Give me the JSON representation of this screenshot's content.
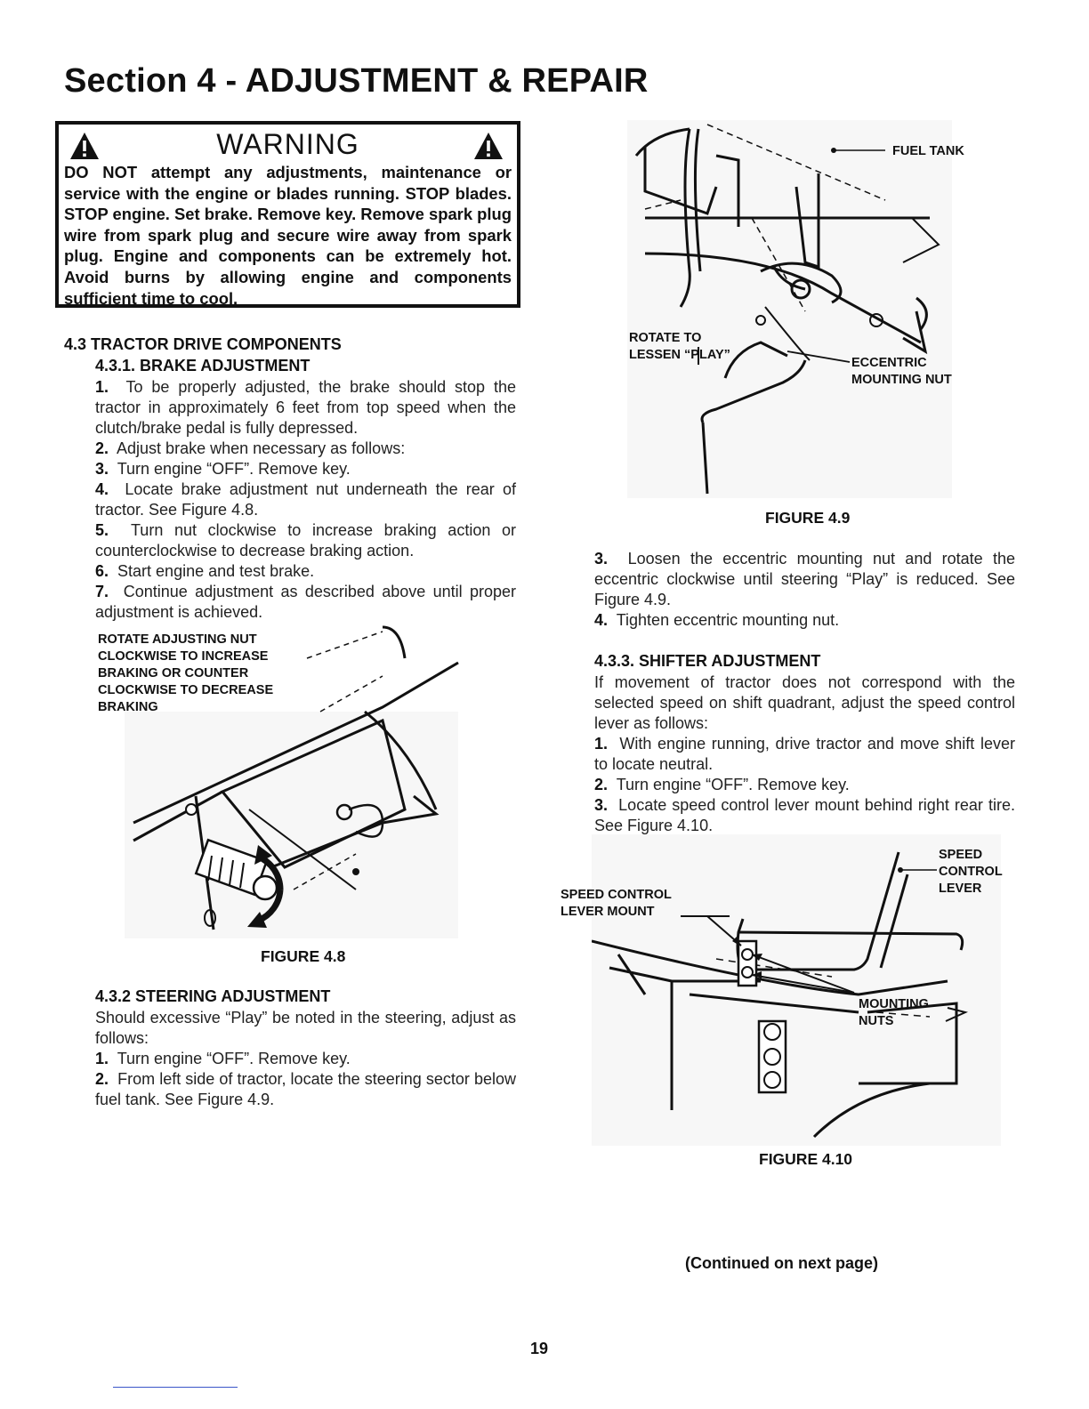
{
  "section_title": "Section 4 - ADJUSTMENT & REPAIR",
  "warning": {
    "heading": "WARNING",
    "body": "DO NOT attempt any adjustments, maintenance or service with the engine or blades running. STOP blades. STOP engine. Set brake. Remove key. Remove spark plug wire from spark plug and secure wire away from spark plug. Engine and components can be extremely hot. Avoid burns by allowing engine and components sufficient time to cool."
  },
  "s43": {
    "heading": "4.3 TRACTOR DRIVE COMPONENTS"
  },
  "s431": {
    "heading": "4.3.1.   BRAKE ADJUSTMENT",
    "steps": [
      {
        "num": "1.",
        "text": "To be properly adjusted, the brake should stop the tractor in approximately 6 feet from top speed when the clutch/brake pedal is fully depressed."
      },
      {
        "num": "2.",
        "text": "Adjust brake when necessary as follows:"
      },
      {
        "num": "3.",
        "text": "Turn engine “OFF”. Remove key."
      },
      {
        "num": "4.",
        "text": "Locate brake adjustment nut underneath the rear of tractor.  See Figure 4.8."
      },
      {
        "num": "5.",
        "text": "Turn nut clockwise to increase braking action or counterclockwise to decrease braking action."
      },
      {
        "num": "6.",
        "text": "Start engine and test brake."
      },
      {
        "num": "7.",
        "text": "Continue adjustment as described above until proper adjustment is achieved."
      }
    ]
  },
  "fig48": {
    "callout": "ROTATE ADJUSTING NUT CLOCKWISE TO INCREASE BRAKING OR COUNTER CLOCKWISE TO DECREASE BRAKING",
    "label": "FIGURE 4.8"
  },
  "s432": {
    "heading": "4.3.2   STEERING ADJUSTMENT",
    "intro": "Should excessive “Play” be noted in the steering, adjust as follows:",
    "steps": [
      {
        "num": "1.",
        "text": "Turn engine “OFF”. Remove key."
      },
      {
        "num": "2.",
        "text": "From left side of tractor, locate the steering sector below fuel tank.  See Figure 4.9."
      }
    ]
  },
  "fig49": {
    "fuel_tank": "FUEL TANK",
    "rotate": "ROTATE TO LESSEN “PLAY”",
    "eccentric": "ECCENTRIC MOUNTING NUT",
    "label": "FIGURE 4.9"
  },
  "s432b": {
    "steps": [
      {
        "num": "3.",
        "text": "Loosen the eccentric mounting nut and rotate the eccentric clockwise until steering “Play” is reduced. See Figure 4.9."
      },
      {
        "num": "4.",
        "text": "Tighten eccentric mounting nut."
      }
    ]
  },
  "s433": {
    "heading": "4.3.3.   SHIFTER ADJUSTMENT",
    "intro": "If movement of tractor does not correspond with the selected speed on shift quadrant, adjust the speed control lever as follows:",
    "steps": [
      {
        "num": "1.",
        "text": "With engine running, drive tractor and move shift lever to locate neutral."
      },
      {
        "num": "2.",
        "text": "Turn engine “OFF”. Remove key."
      },
      {
        "num": "3.",
        "text": "Locate speed control lever mount behind right rear tire. See Figure 4.10."
      }
    ]
  },
  "fig410": {
    "speed_control_lever": "SPEED CONTROL LEVER",
    "lever_mount": "SPEED CONTROL LEVER MOUNT",
    "mounting_nuts": "MOUNTING NUTS",
    "label": "FIGURE 4.10"
  },
  "continued": "(Continued on next page)",
  "page_number": "19"
}
